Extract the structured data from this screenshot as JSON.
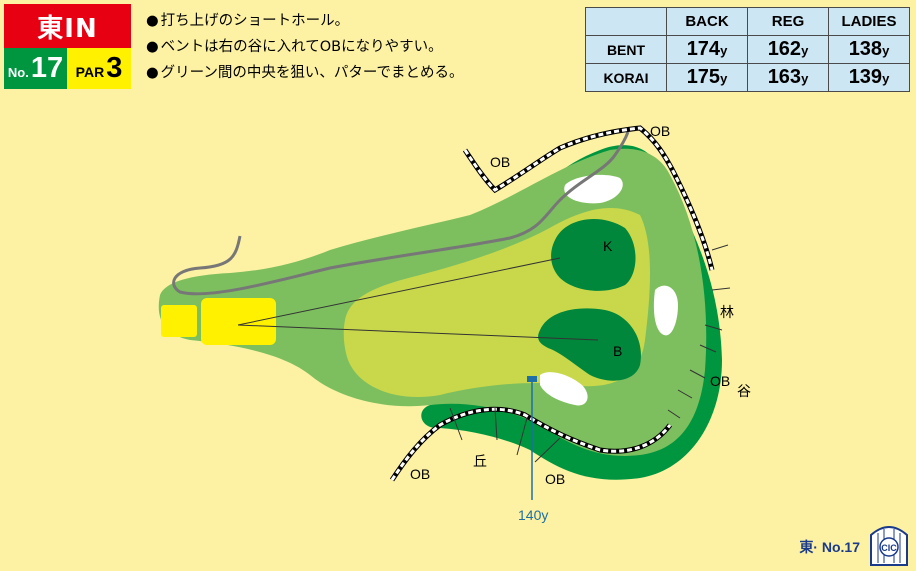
{
  "header": {
    "course": "東IN",
    "no_prefix": "No.",
    "hole_number": "17",
    "par_prefix": "PAR",
    "par_value": "3"
  },
  "notes": [
    "打ち上げのショートホール。",
    "ベントは右の谷に入れてOBになりやすい。",
    "グリーン間の中央を狙い、パターでまとめる。"
  ],
  "yardage": {
    "columns": [
      "BACK",
      "REG",
      "LADIES"
    ],
    "unit": "y",
    "rows": [
      {
        "label": "BENT",
        "values": [
          "174",
          "162",
          "138"
        ]
      },
      {
        "label": "KORAI",
        "values": [
          "175",
          "163",
          "139"
        ]
      }
    ]
  },
  "map": {
    "labels": {
      "ob_top_left": "OB",
      "ob_top_right": "OB",
      "forest": "林",
      "ob_right": "OB",
      "valley": "谷",
      "ob_bottom_left": "OB",
      "hill": "丘",
      "ob_bottom_mid": "OB",
      "green_k": "K",
      "green_b": "B"
    },
    "marker_distance": "140y",
    "colors": {
      "background": "#fdf2a3",
      "rough": "#7dbf5f",
      "trees": "#00963f",
      "fairway": "#c9d84a",
      "green": "#00873c",
      "tee": "#fff100",
      "bunker": "#ffffff",
      "marker": "#1d6fa5"
    }
  },
  "footer": {
    "text": "東· No.17",
    "logo_text": "CIC"
  }
}
